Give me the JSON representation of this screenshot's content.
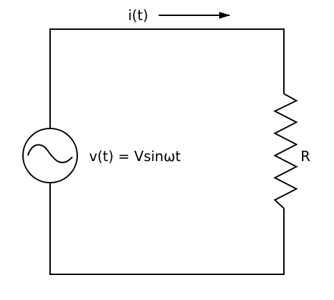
{
  "diagram": {
    "current_label": "i(t)",
    "current_direction": "right",
    "source_label": "v(t) = Vsinωt",
    "source_type": "ac-voltage-source",
    "source_icon": "sine-wave-icon",
    "resistor_label": "R",
    "line_color": "#000000",
    "background_color": "#ffffff"
  }
}
